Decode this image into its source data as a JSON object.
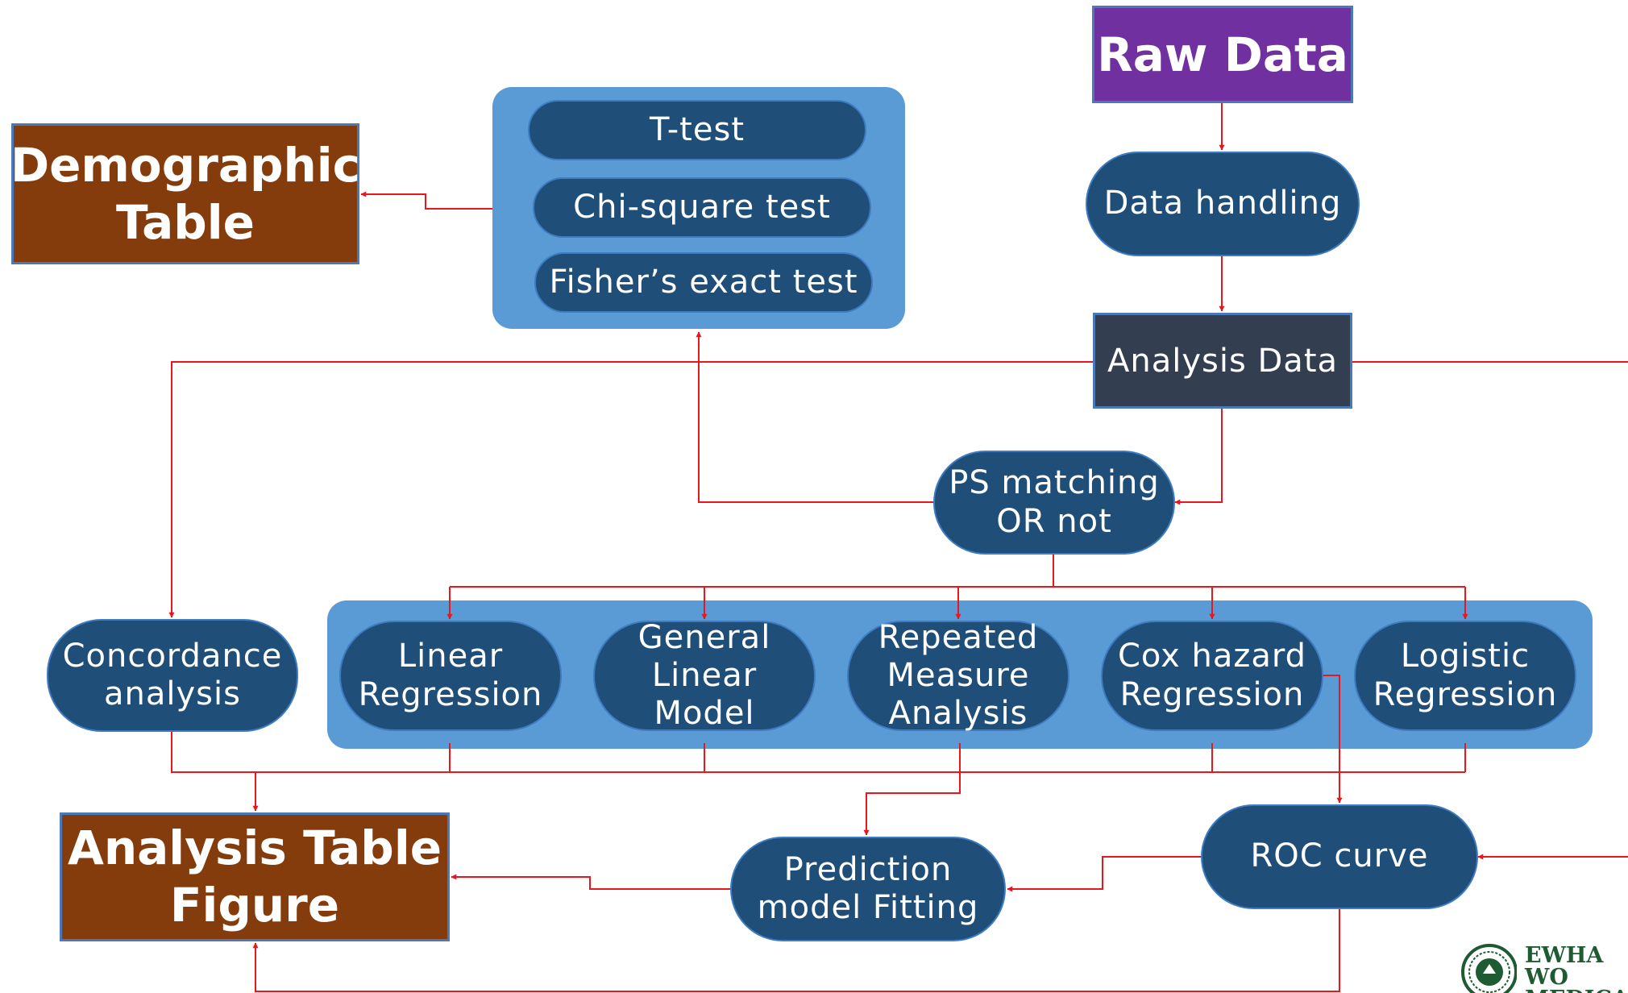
{
  "nodes": {
    "raw_data": "Raw Data",
    "data_handling": "Data handling",
    "analysis_data": "Analysis Data",
    "ps_matching": "PS matching\nOR not",
    "t_test": "T-test",
    "chi_square": "Chi-square test",
    "fisher": "Fisher’s exact test",
    "demographic_table": "Demographic\nTable",
    "concordance": "Concordance\nanalysis",
    "linear_regression": "Linear\nRegression",
    "general_linear_model": "General\nLinear\nModel",
    "repeated_measure": "Repeated\nMeasure\nAnalysis",
    "cox_hazard": "Cox hazard\nRegression",
    "logistic_regression": "Logistic\nRegression",
    "analysis_table_figure": "Analysis Table\nFigure",
    "prediction_model": "Prediction\nmodel Fitting",
    "roc_curve": "ROC curve"
  },
  "logo": {
    "text": "EWHA WO\nMEDICAL C",
    "icon": "ewha-seal-icon"
  },
  "colors": {
    "node_fill": "#1f4e79",
    "panel_fill": "#5b9bd5",
    "output_fill": "#843c0c",
    "raw_fill": "#7030a0",
    "analysis_fill": "#333f50",
    "connector": "#e8171d"
  }
}
